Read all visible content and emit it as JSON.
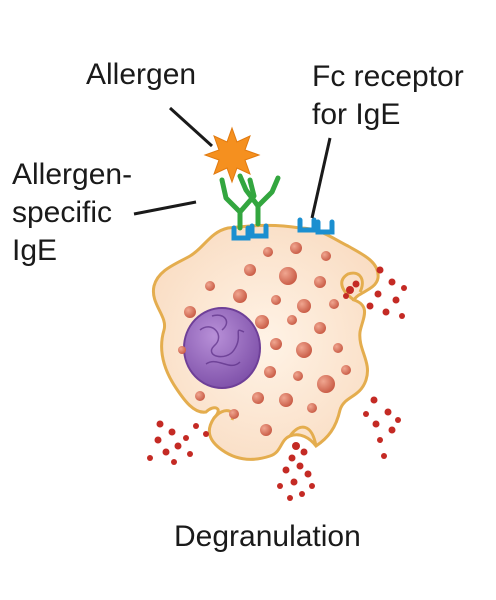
{
  "labels": {
    "allergen": "Allergen",
    "fc_line1": "Fc receptor",
    "fc_line2": "for IgE",
    "ige_line1": "Allergen-",
    "ige_line2": "specific",
    "ige_line3": "IgE",
    "degranulation": "Degranulation"
  },
  "colors": {
    "cell_fill": "#fbe3cf",
    "cell_outline": "#e4ad4e",
    "nucleus": "#9a6fbf",
    "granule": "#e08a74",
    "released_granule": "#c42a24",
    "allergen": "#f5901f",
    "antibody": "#33a63f",
    "receptor": "#1b8fd0"
  }
}
